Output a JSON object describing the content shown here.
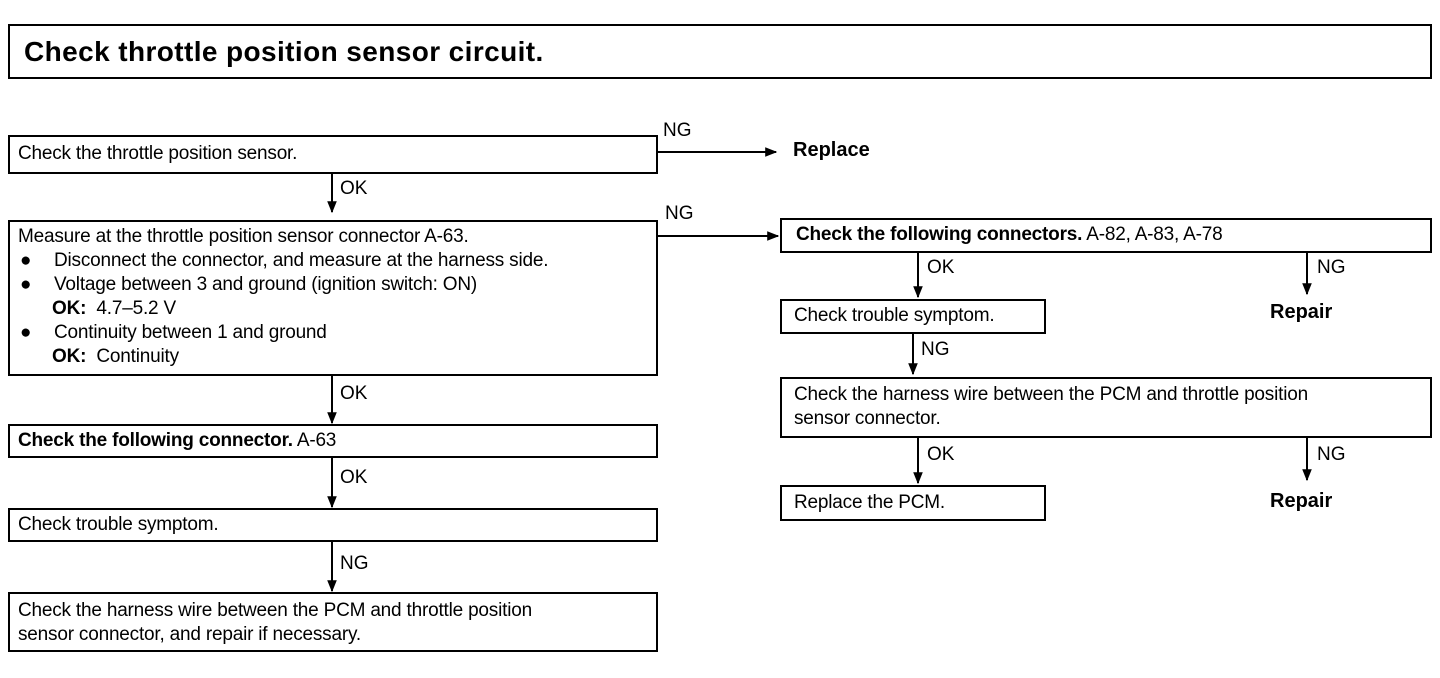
{
  "title": "Check throttle position sensor circuit.",
  "left": {
    "step1": "Check the throttle position sensor.",
    "step2": {
      "line1": "Measure at the throttle position sensor connector A-63.",
      "bullets": [
        "Disconnect the connector, and measure at the harness side.",
        "Voltage between 3 and ground (ignition switch: ON)",
        "Continuity between 1 and ground"
      ],
      "ok_prefix": "OK:",
      "ok1_value": "4.7–5.2 V",
      "ok2_value": "Continuity",
      "bullet_glyph": "●"
    },
    "step3": {
      "bold": "Check the following connector.",
      "rest": " A-63"
    },
    "step4": "Check trouble symptom.",
    "step5": {
      "line1": "Check the harness wire between the PCM and throttle position",
      "line2": "sensor connector, and repair if necessary."
    }
  },
  "right": {
    "connectors": {
      "bold": "Check the following connectors.",
      "rest": " A-82, A-83, A-78"
    },
    "symptom": "Check trouble symptom.",
    "harness": {
      "line1": "Check the harness wire between the PCM and throttle position",
      "line2": "sensor connector."
    },
    "replace_pcm": "Replace the PCM."
  },
  "labels": {
    "ok": "OK",
    "ng": "NG",
    "replace": "Replace",
    "repair": "Repair"
  }
}
